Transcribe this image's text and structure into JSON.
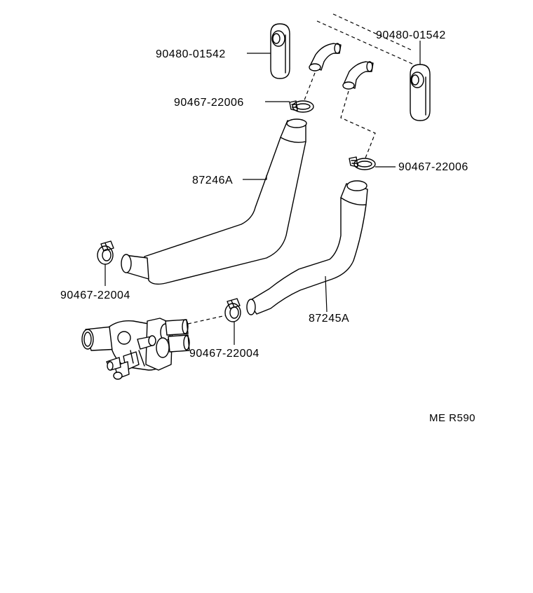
{
  "labels": {
    "grommet_left": "90480-01542",
    "grommet_right": "90480-01542",
    "clip_upper_left": "90467-22006",
    "clip_upper_right": "90467-22006",
    "hose_inlet": "87246A",
    "hose_outlet": "87245A",
    "clip_lower_left": "90467-22004",
    "clip_lower_mid": "90467-22004",
    "drawing_ref": "ME R590"
  }
}
